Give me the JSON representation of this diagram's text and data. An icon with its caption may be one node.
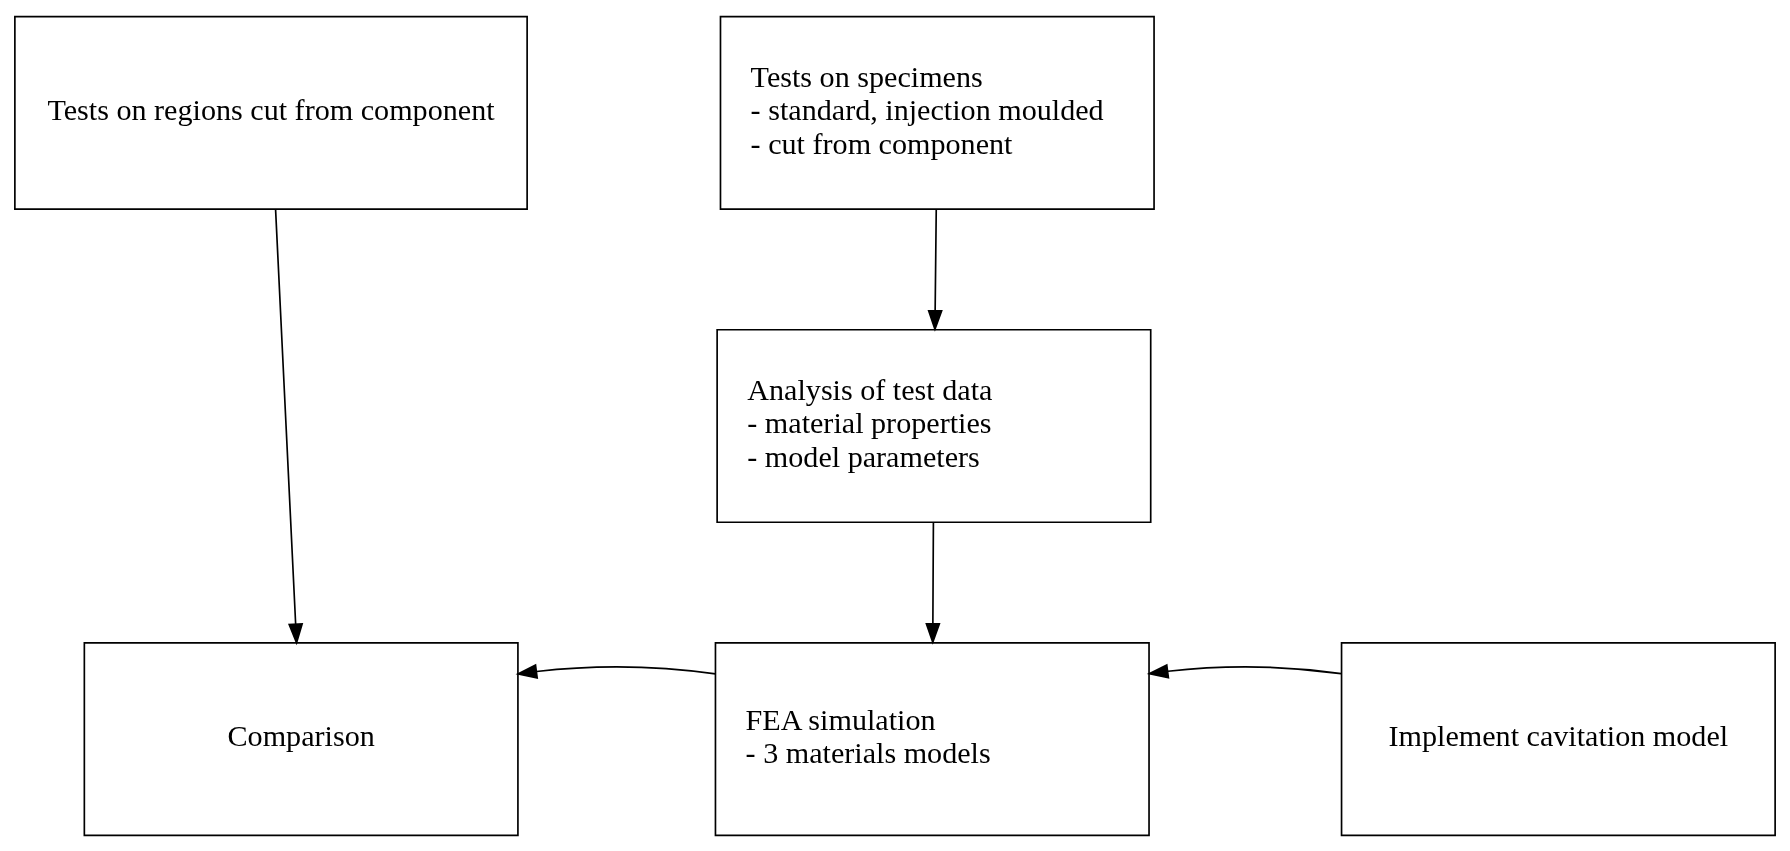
{
  "diagram": {
    "nodes": [
      {
        "text": [
          "Tests on regions cut from component"
        ]
      },
      {
        "text": [
          "Tests on specimens",
          "- standard, injection moulded",
          "- cut from component"
        ]
      },
      {
        "text": [
          "Analysis of test data",
          "- material properties",
          "- model parameters"
        ]
      },
      {
        "text": [
          "Comparison"
        ]
      },
      {
        "text": [
          "FEA simulation",
          "- 3 materials models"
        ]
      },
      {
        "text": [
          "Implement cavitation model"
        ]
      }
    ],
    "edges": [
      {
        "from": 0,
        "to": 3,
        "arrow": "to"
      },
      {
        "from": 1,
        "to": 2,
        "arrow": "to"
      },
      {
        "from": 2,
        "to": 4,
        "arrow": "to"
      },
      {
        "from": 4,
        "to": 3,
        "arrow": "to"
      },
      {
        "from": 5,
        "to": 4,
        "arrow": "to"
      }
    ]
  }
}
